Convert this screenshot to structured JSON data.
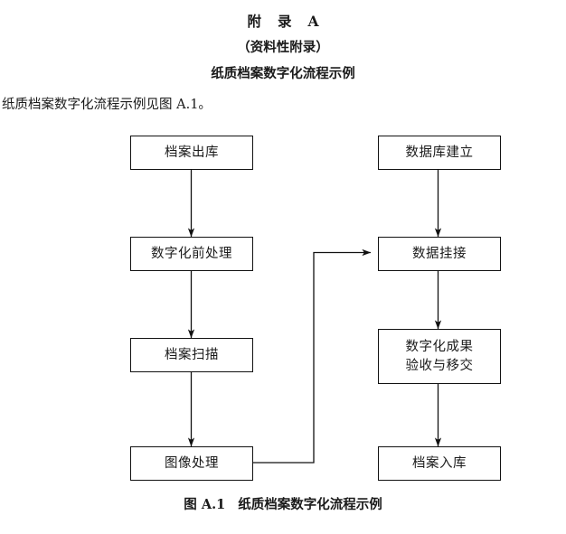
{
  "heading": {
    "appendix_label_1": "附",
    "appendix_label_2": "录",
    "appendix_letter": "A",
    "subtitle": "（资料性附录）",
    "name": "纸质档案数字化流程示例"
  },
  "intro": {
    "text": "纸质档案数字化流程示例见图 A.1。"
  },
  "figure": {
    "caption_label": "图 A.1",
    "caption_text": "纸质档案数字化流程示例"
  },
  "flowchart": {
    "type": "flowchart",
    "orientation": "two-column-vertical",
    "nodes": [
      {
        "id": "n1",
        "label": "档案出库",
        "column": "left",
        "row": 1
      },
      {
        "id": "n2",
        "label": "数字化前处理",
        "column": "left",
        "row": 2
      },
      {
        "id": "n3",
        "label": "档案扫描",
        "column": "left",
        "row": 3
      },
      {
        "id": "n4",
        "label": "图像处理",
        "column": "left",
        "row": 4
      },
      {
        "id": "n5",
        "label": "数据库建立",
        "column": "right",
        "row": 1
      },
      {
        "id": "n6",
        "label": "数据挂接",
        "column": "right",
        "row": 2
      },
      {
        "id": "n7",
        "label_line1": "数字化成果",
        "label_line2": "验收与移交",
        "column": "right",
        "row": 3
      },
      {
        "id": "n8",
        "label": "档案入库",
        "column": "right",
        "row": 4
      }
    ],
    "edges": [
      {
        "from": "档案出库",
        "to": "数字化前处理",
        "style": "straight-down"
      },
      {
        "from": "数字化前处理",
        "to": "档案扫描",
        "style": "straight-down"
      },
      {
        "from": "档案扫描",
        "to": "图像处理",
        "style": "straight-down"
      },
      {
        "from": "图像处理",
        "to": "数据挂接",
        "style": "elbow-right-up"
      },
      {
        "from": "数据库建立",
        "to": "数据挂接",
        "style": "straight-down"
      },
      {
        "from": "数据挂接",
        "to": "数字化成果验收与移交",
        "style": "straight-down"
      },
      {
        "from": "数字化成果验收与移交",
        "to": "档案入库",
        "style": "straight-down"
      }
    ]
  },
  "colors": {
    "ink": "#111111",
    "paper": "#ffffff"
  }
}
